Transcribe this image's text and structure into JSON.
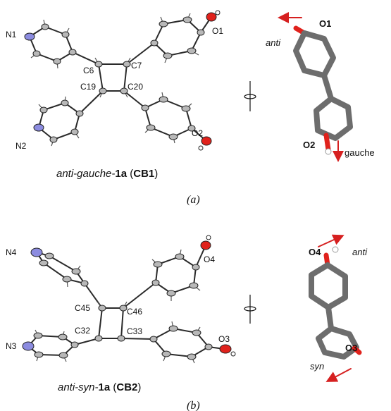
{
  "panel_a": {
    "atom_labels": {
      "N1": "N1",
      "C6": "C6",
      "C7": "C7",
      "O1": "O1",
      "C19": "C19",
      "C20": "C20",
      "N2": "N2",
      "O2": "O2"
    },
    "side": {
      "o1": "O1",
      "anti": "anti",
      "o2": "O2",
      "gauche": "gauche"
    },
    "caption": {
      "pre": "anti-gauche-",
      "bold": "1a",
      "open": " (",
      "code": "CB1",
      "close": ")"
    },
    "label": "(a)"
  },
  "panel_b": {
    "atom_labels": {
      "N4": "N4",
      "O4": "O4",
      "C45": "C45",
      "C46": "C46",
      "C32": "C32",
      "C33": "C33",
      "O3": "O3",
      "N3": "N3"
    },
    "side": {
      "o4": "O4",
      "anti": "anti",
      "o3": "O3",
      "syn": "syn"
    },
    "caption": {
      "pre": "anti-syn-",
      "bold": "1a",
      "open": " (",
      "code": "CB2",
      "close": ")"
    },
    "label": "(b)"
  },
  "colors": {
    "oxygen": "#e0221c",
    "nitrogen": "#6f6fd6",
    "carbon_stick": "#6d6d6d",
    "arrow": "#d62020",
    "bond": "#2a2a2a"
  }
}
